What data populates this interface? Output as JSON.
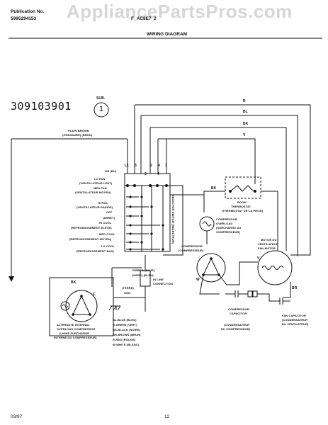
{
  "watermark": "AppliancePartsPros.com",
  "header": {
    "pub_label": "Publication No.",
    "pub_number": "5995294153",
    "model_fragment": "F_AC8E7_2",
    "title": "WIRING DIAGRAM"
  },
  "part_number": "309103901",
  "sub": {
    "label": "SUB.",
    "number": "1"
  },
  "wires": {
    "r": "R",
    "bl": "BL",
    "bk": "BK",
    "v": "V",
    "bk2": "BK",
    "w": "W",
    "br": "BR",
    "v2": "V"
  },
  "plain_brown": {
    "line1": "PLAIN      BROWN",
    "line2": "(ORDINAIRE)    (BRUN)"
  },
  "terminals": {
    "l1": "L1",
    "t3": "3",
    "t2": "2",
    "t4": "4",
    "t1": "1",
    "t3b": "3",
    "t4b": "4"
  },
  "or_bu": "OR (BU)",
  "selector_switch": "SELECTOR SWITCH (SELECTEUR)",
  "fan_speeds": [
    "LO FAN",
    "(VENTILLATEUR LENT)",
    "MED FAN",
    "(VENTILLATEUR MOYEN)",
    "HI FAN",
    "(VENTILLATEUR RAPIDE)",
    "OFF",
    "(ARRET)",
    "HI COOL",
    "(REFROIDISSEMENT ELEVE)",
    "MED COOL",
    "(REFROIDISSEMENT MOYEN)",
    "LO COOL",
    "(REFROIDISSEMENT BAS)"
  ],
  "thermostat": {
    "line1": "ROOM",
    "line2": "THERMOSTAT",
    "line3": "(THERMOSTAT DE LA PIECE)"
  },
  "overload": {
    "line1": "COMPRESSOR",
    "line2": "OVERLOAD",
    "line3": "(SURCHARGE DU",
    "line4": "COMPRESSEUR)"
  },
  "motor": {
    "line1": "MOTOR DU",
    "line2": "VENTILATEUR",
    "line3": "FAN MOTOR"
  },
  "compressor": {
    "line1": "COMPRESSOR",
    "line2": "(COMPRESSEUR)"
  },
  "ribbed": {
    "line1": "RIBBED   (BLUE)",
    "line2": "(NERE)   (BLEU)",
    "line3": "IN LINE",
    "line4": "CONNECTION",
    "line5": "(TERRE)",
    "line6": "GND"
  },
  "color_codes": [
    "BL-BLUE (BLEU)",
    "G-GREEN (VERT)",
    "BK-BLACK (NOIRE)",
    "BR-BROWN (BRUN)",
    "R-RED (ROUGE)",
    "W-WHITE (BLANC)"
  ],
  "comp_capacitor": {
    "line1": "COMPRESSOR",
    "line2": "CAPACITOR",
    "line3": "(CONDENSATEUR",
    "line4": "DU COMPRESSEUR)"
  },
  "fan_capacitor": {
    "line1": "FAN CAPACITOR",
    "line2": "(CONDENSATEUR",
    "line3": "DU VENTILATEUR)"
  },
  "alt_overload": {
    "line1": "ALTERNATE INTERNAL",
    "line2": "OVERLOAD COMPRESSOR",
    "line3": "(LIGNE SURCHARGE",
    "line4": "INTERNE DU COMPRESSEUR)"
  },
  "alt_labels": {
    "bk": "BK",
    "c": "C"
  },
  "footer": {
    "date": "03/97",
    "page": "12"
  }
}
